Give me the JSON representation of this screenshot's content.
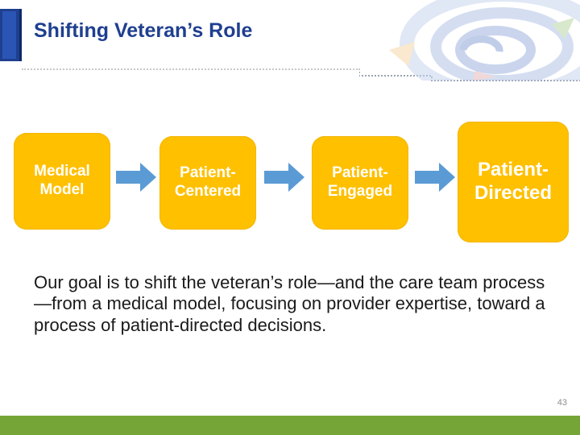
{
  "header": {
    "title": "Shifting Veteran’s Role"
  },
  "flow": {
    "steps": [
      {
        "label": "Medical\nModel"
      },
      {
        "label": "Patient-\nCentered"
      },
      {
        "label": "Patient-\nEngaged"
      },
      {
        "label": "Patient-\nDirected"
      }
    ],
    "box_color": "#ffc000",
    "arrow_color": "#5b9bd5"
  },
  "body": {
    "paragraph": "Our goal is to shift the veteran’s role—and the care team process—from a medical model, focusing on provider expertise, toward a process of patient-directed decisions."
  },
  "footer": {
    "slide_number": "43",
    "bar_color": "#75a536"
  },
  "colors": {
    "title": "#1f3f8f",
    "accent": "#1f3f8f"
  }
}
